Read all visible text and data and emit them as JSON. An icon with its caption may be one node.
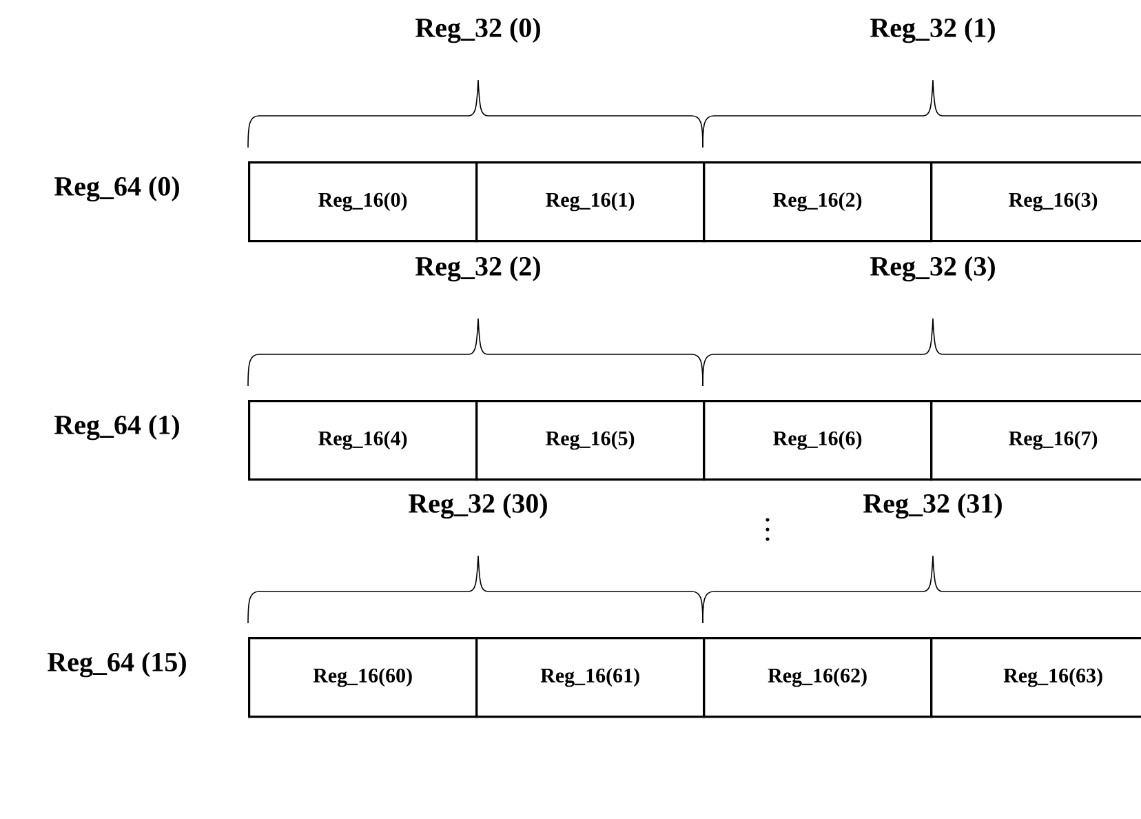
{
  "diagram": {
    "nodes": [
      {
        "text": [
          "Reg_16(0)"
        ]
      },
      {
        "text": [
          "Reg_16(1)"
        ]
      },
      {
        "text": [
          "Reg_16(2)"
        ]
      },
      {
        "text": [
          "Reg_16(3)"
        ]
      },
      {
        "text": [
          "Reg_16(4)"
        ]
      },
      {
        "text": [
          "Reg_16(5)"
        ]
      },
      {
        "text": [
          "Reg_16(6)"
        ]
      },
      {
        "text": [
          "Reg_16(7)"
        ]
      },
      {
        "text": [
          "Reg_16(60)"
        ]
      },
      {
        "text": [
          "Reg_16(61)"
        ]
      },
      {
        "text": [
          "Reg_16(62)"
        ]
      },
      {
        "text": [
          "Reg_16(63)"
        ]
      }
    ],
    "labels": [
      "Reg_32 (0)",
      "Reg_32 (1)",
      "Reg_64 (0)",
      "Reg_32 (2)",
      "Reg_32 (3)",
      "Reg_64 (1)",
      "Reg_32 (30)",
      "Reg_32 (31)",
      "Reg_64 (15)"
    ]
  }
}
